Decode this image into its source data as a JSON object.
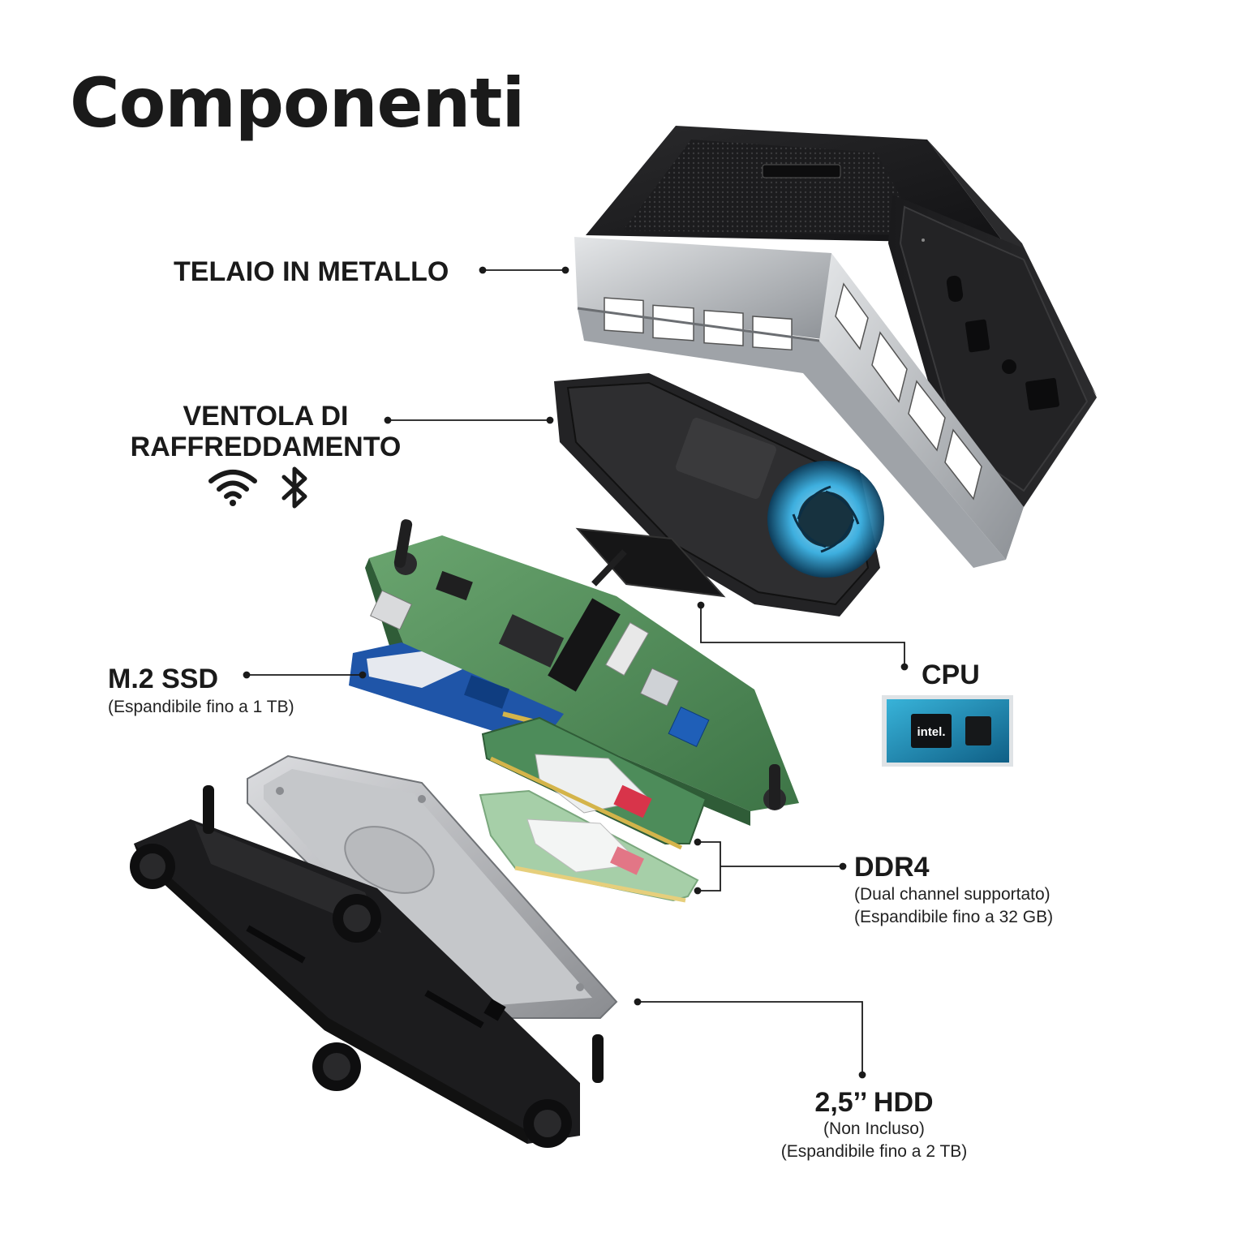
{
  "title": "Componenti",
  "labels": {
    "frame": "TELAIO IN METALLO",
    "fan_line1": "VENTOLA DI",
    "fan_line2": "RAFFREDDAMENTO",
    "ssd": "M.2 SSD",
    "ssd_note": "(Espandibile fino a 1 TB)",
    "cpu": "CPU",
    "cpu_chip": "intel.",
    "ddr": "DDR4",
    "ddr_note1": "(Dual channel supportato)",
    "ddr_note2": "(Espandibile fino a 32 GB)",
    "hdd": "2,5’’ HDD",
    "hdd_note1": "(Non Incluso)",
    "hdd_note2": "(Espandibile fino a 2 TB)"
  },
  "icons": [
    "wifi-icon",
    "bluetooth-icon"
  ],
  "colors": {
    "text": "#1a1a1a",
    "chassis": "#1e1e20",
    "frame_metal": "#b9bcc0",
    "pcb": "#4f8a58",
    "ssd": "#1f55a8",
    "ram_label": "#d8344a",
    "fan_glow": "#3fb6e8",
    "cpu_badge": "#1a8fbe"
  }
}
